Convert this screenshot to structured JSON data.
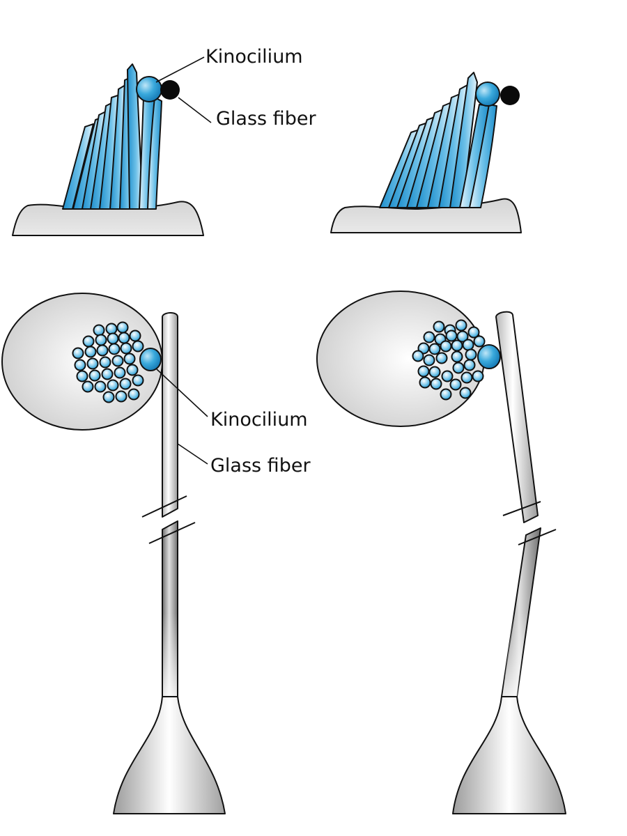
{
  "labels": {
    "top_kinocilium": "Kinocilium",
    "top_glass_fiber": "Glass fiber",
    "bottom_kinocilium": "Kinocilium",
    "bottom_glass_fiber": "Glass fiber"
  },
  "colors": {
    "stereocilia": "#2a9fd6",
    "stereocilia_light": "#e3f3fb",
    "cell_body": "#dedede",
    "fiber_dark": "#8a8a8a",
    "ink": "#111111"
  }
}
